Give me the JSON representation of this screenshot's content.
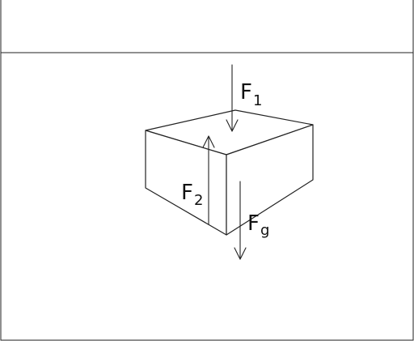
{
  "forces": {
    "f1": {
      "symbol": "F",
      "subscript": "1"
    },
    "f2": {
      "symbol": "F",
      "subscript": "2"
    },
    "fg": {
      "symbol": "F",
      "subscript": "g"
    }
  },
  "colors": {
    "line": "#222222",
    "text": "#111111",
    "background": "#ffffff"
  }
}
